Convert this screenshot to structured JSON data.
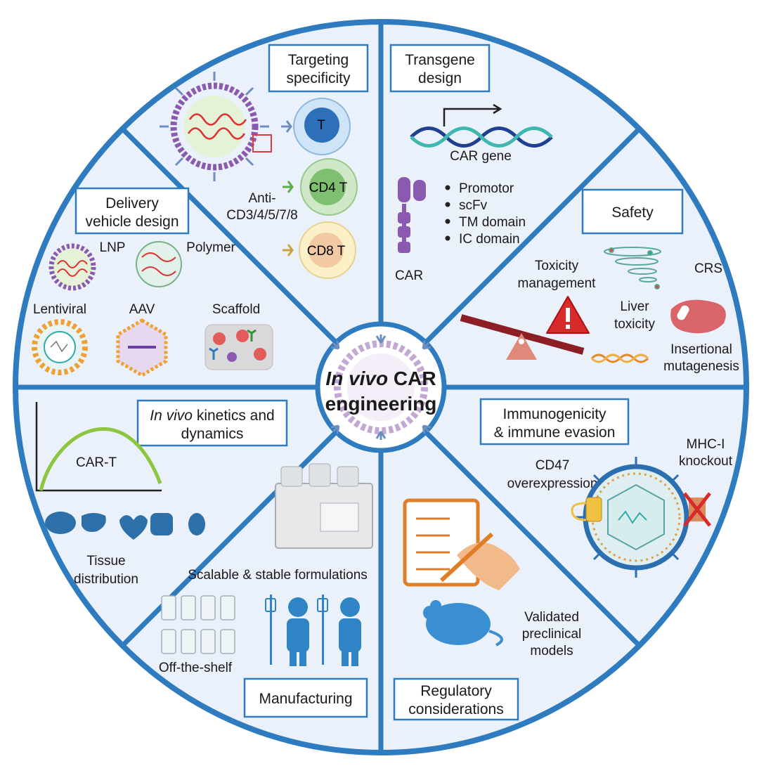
{
  "center": {
    "line1_italic": "In vivo",
    "line1_rest": " CAR",
    "line2": "engineering"
  },
  "sectors": {
    "targeting": {
      "title": [
        "Targeting",
        "specificity"
      ],
      "cells": [
        "T",
        "CD4 T",
        "CD8 T"
      ],
      "anti": [
        "Anti-",
        "CD3/4/5/7/8"
      ]
    },
    "transgene": {
      "title": [
        "Transgene",
        "design"
      ],
      "gene_label": "CAR gene",
      "car_label": "CAR",
      "bullets": [
        "Promotor",
        "scFv",
        "TM domain",
        "IC domain"
      ]
    },
    "safety": {
      "title": "Safety",
      "labels": {
        "toxicity": [
          "Toxicity",
          "management"
        ],
        "crs": "CRS",
        "liver": [
          "Liver",
          "toxicity"
        ],
        "insertional": [
          "Insertional",
          "mutagenesis"
        ]
      }
    },
    "delivery": {
      "title": [
        "Delivery",
        "vehicle design"
      ],
      "vehicles": [
        "LNP",
        "Polymer",
        "Lentiviral",
        "AAV",
        "Scaffold"
      ]
    },
    "kinetics": {
      "title_italic": "In vivo",
      "title_rest": " kinetics and",
      "title_line2": "dynamics",
      "curve_label": "CAR-T",
      "tissue": [
        "Tissue",
        "distribution"
      ]
    },
    "manufacturing": {
      "title": "Manufacturing",
      "scalable": "Scalable & stable formulations",
      "offshelf": "Off-the-shelf"
    },
    "regulatory": {
      "title": [
        "Regulatory",
        "considerations"
      ],
      "models": [
        "Validated",
        "preclinical",
        "models"
      ]
    },
    "immuno": {
      "title": [
        "Immunogenicity",
        "& immune evasion"
      ],
      "cd47": [
        "CD47",
        "overexpression"
      ],
      "mhc": [
        "MHC-I",
        "knockout"
      ]
    }
  },
  "colors": {
    "ring": "#2f7bbf",
    "sector_fill": "#eaf1fa",
    "box_border": "#2f7bbf",
    "curve": "#8cc63e",
    "icons": "#2b6fb0",
    "warning": "#d72a2a"
  },
  "icons": [
    "lnp-icon",
    "polymer-icon",
    "lentiviral-icon",
    "aav-icon",
    "scaffold-icon",
    "t-cell-icon",
    "cd4-cell-icon",
    "cd8-cell-icon",
    "dna-icon",
    "car-receptor-icon",
    "seesaw-icon",
    "warning-icon",
    "liver-icon",
    "tornado-icon",
    "brain-icon",
    "heart-icon",
    "intestine-icon",
    "kidney-icon",
    "bioreactor-icon",
    "vial-icon",
    "patient-icon",
    "checklist-icon",
    "hand-pen-icon",
    "mouse-icon",
    "virus-icon"
  ]
}
